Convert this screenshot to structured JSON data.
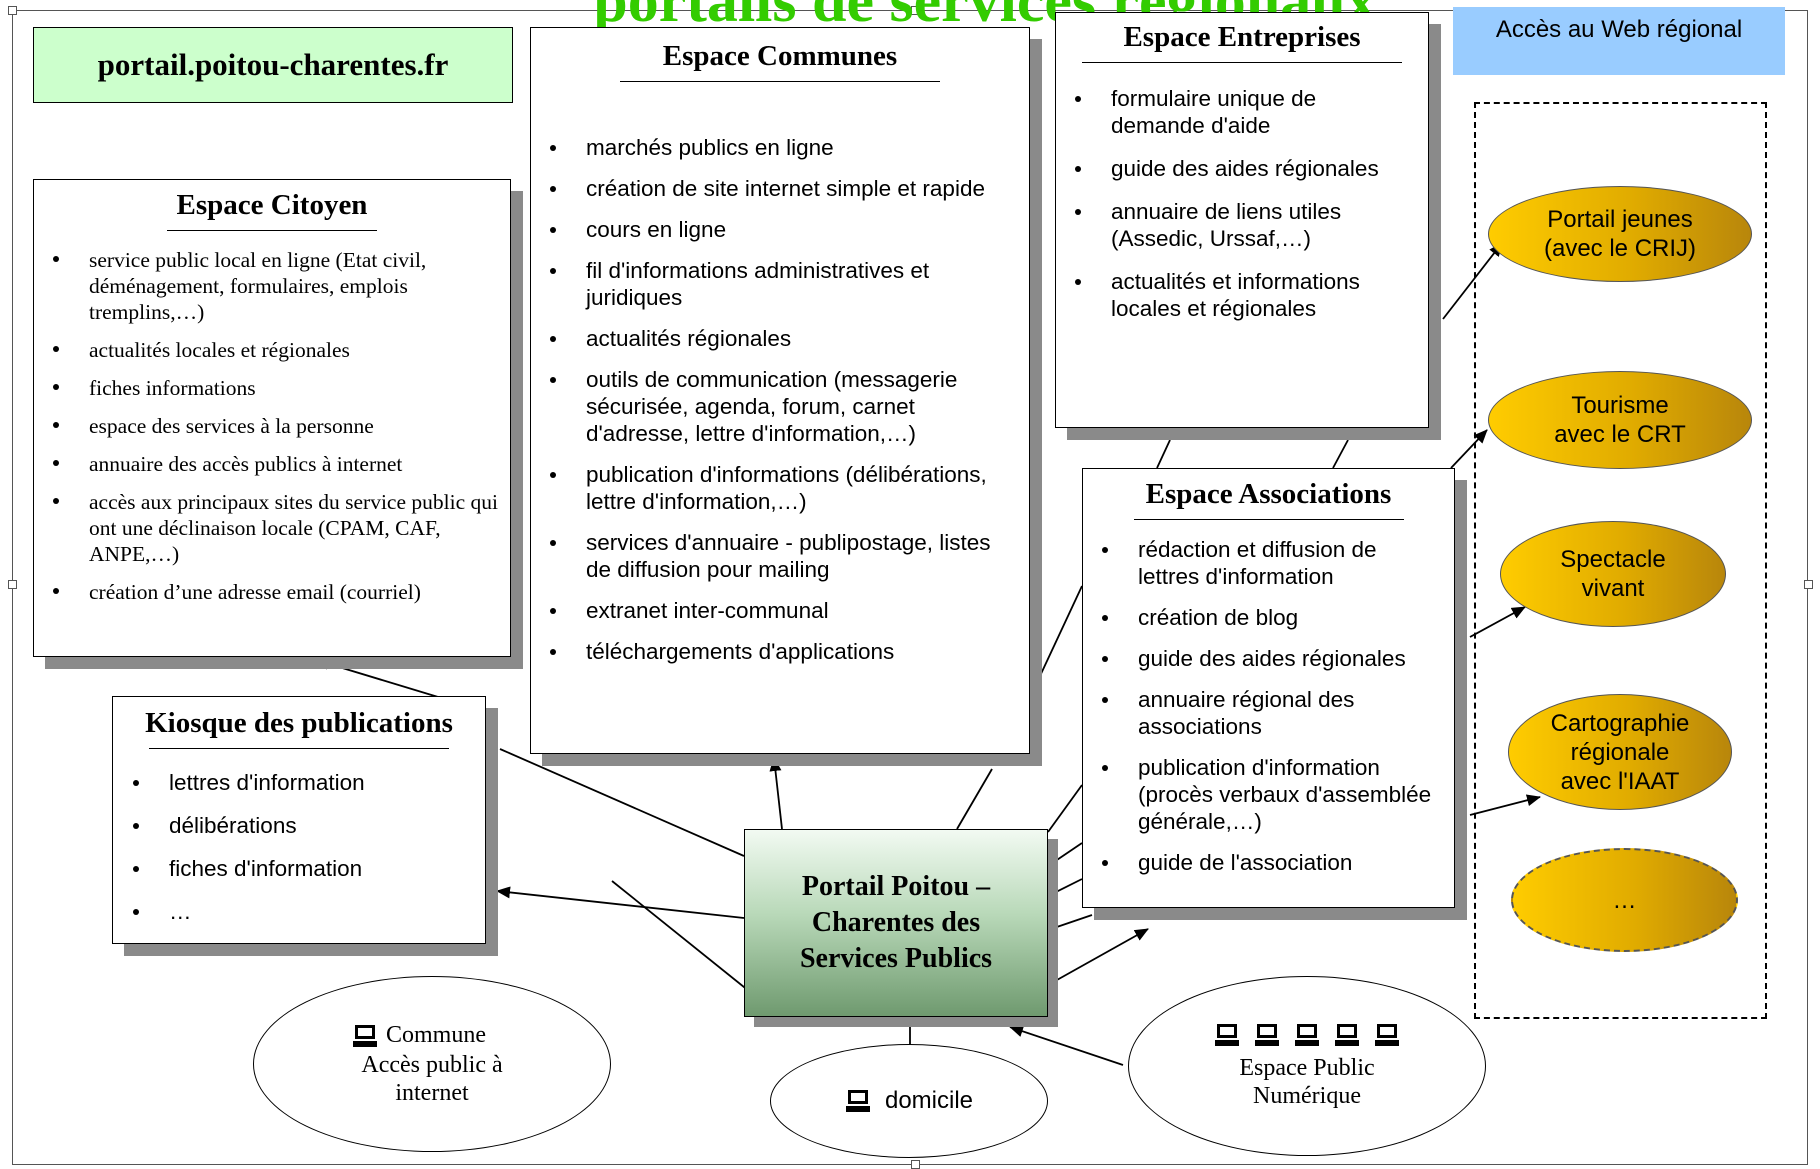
{
  "title": "portails de services régionaux",
  "url_label": "portail.poitou-charentes.fr",
  "web_access_label": "Accès au Web régional",
  "central_portal": "Portail Poitou – Charentes des Services Publics",
  "boxes": {
    "citoyen": {
      "title": "Espace Citoyen",
      "items": [
        "service public local en ligne (Etat civil, déménagement, formulaires, emplois tremplins,…)",
        "actualités locales et régionales",
        "fiches informations",
        "espace des services à la personne",
        "annuaire des accès publics à internet",
        "accès aux principaux sites du service public qui ont une déclinaison locale (CPAM, CAF, ANPE,…)",
        "création d’une adresse email (courriel)"
      ]
    },
    "communes": {
      "title": "Espace Communes",
      "items": [
        "marchés publics en ligne",
        "création de site internet simple et rapide",
        "cours en ligne",
        "fil d'informations administratives et juridiques",
        "actualités régionales",
        "outils de communication (messagerie sécurisée, agenda, forum, carnet d'adresse, lettre d'information,…)",
        "publication d'informations (délibérations, lettre d'information,…)",
        "services d'annuaire - publipostage, listes de diffusion pour mailing",
        "extranet inter-communal",
        "téléchargements d'applications"
      ]
    },
    "entreprises": {
      "title": "Espace Entreprises",
      "items": [
        "formulaire unique de demande d'aide",
        "guide des aides régionales",
        "annuaire de liens utiles (Assedic, Urssaf,…)",
        "actualités et informations locales et régionales"
      ]
    },
    "associations": {
      "title": "Espace Associations",
      "items": [
        "rédaction et diffusion de lettres d'information",
        "création de blog",
        "guide des aides régionales",
        "annuaire régional des associations",
        "publication d'information (procès verbaux d'assemblée générale,…)",
        "guide de l'association"
      ]
    },
    "kiosque": {
      "title": "Kiosque des publications",
      "items": [
        "lettres d'information",
        "délibérations",
        "fiches d'information",
        "…"
      ]
    }
  },
  "regional_web": [
    "Portail jeunes (avec le CRIJ)",
    "Tourisme avec le CRT",
    "Spectacle vivant",
    "Cartographie régionale avec l'IAAT",
    "…"
  ],
  "access_points": {
    "commune": [
      "Commune",
      "Accès public à internet"
    ],
    "domicile": "domicile",
    "epn": [
      "Espace Public",
      "Numérique"
    ]
  },
  "icons": {
    "computer": "computer-icon"
  },
  "colors": {
    "title": "#33cc00",
    "url_box": "#ccffcc",
    "web_box": "#99ccff",
    "gold": "#ffcc00",
    "portal": "#6f9a6f"
  }
}
